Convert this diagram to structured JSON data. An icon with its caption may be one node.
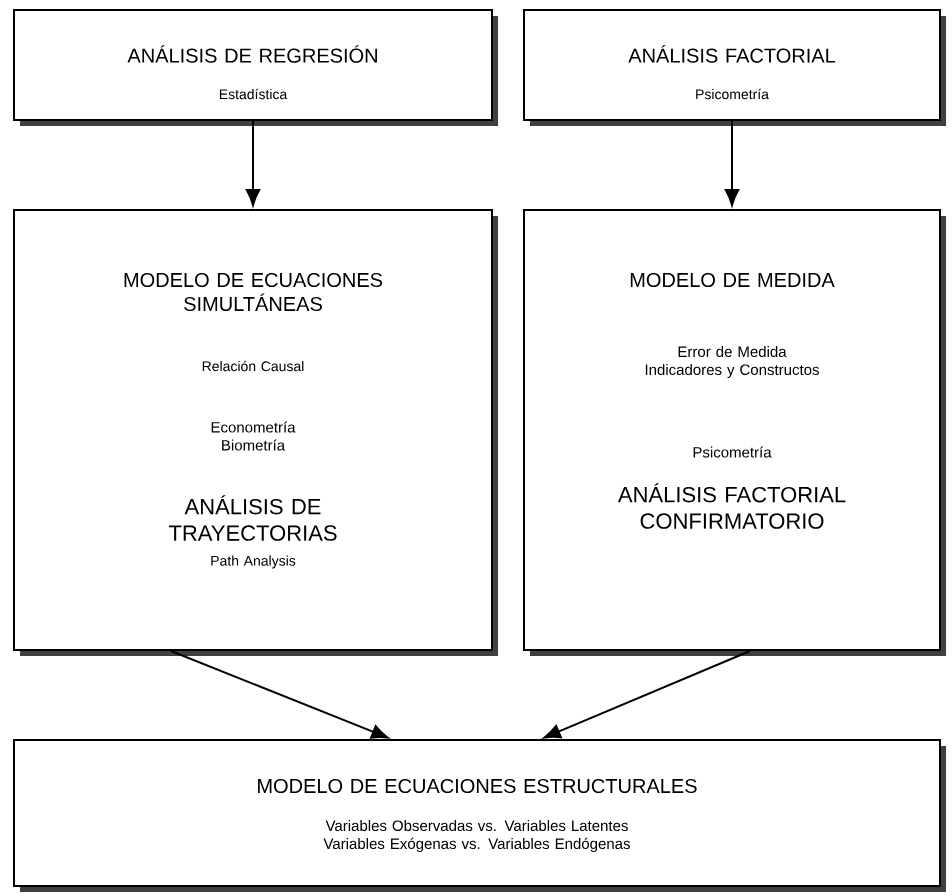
{
  "diagram": {
    "nodes": [
      {
        "text": [
          "ANÁLISIS DE REGRESIÓN",
          "Estadística"
        ]
      },
      {
        "text": [
          "ANÁLISIS FACTORIAL",
          "Psicometría"
        ]
      },
      {
        "text": [
          "MODELO DE ECUACIONES SIMULTÁNEAS",
          "Relación Causal",
          "Econometría Biometría",
          "ANÁLISIS DE TRAYECTORIAS",
          "Path Analysis"
        ]
      },
      {
        "text": [
          "MODELO DE MEDIDA",
          "Error de Medida Indicadores y Constructos",
          "Psicometría",
          "ANÁLISIS FACTORIAL CONFIRMATORIO"
        ]
      },
      {
        "text": [
          "MODELO DE ECUACIONES ESTRUCTURALES",
          "Variables Observadas vs. Variables Latentes Variables Exógenas vs. Variables Endógenas"
        ]
      }
    ],
    "edges": [
      {
        "from": 0,
        "to": 2,
        "arrow": "to"
      },
      {
        "from": 1,
        "to": 3,
        "arrow": "to"
      },
      {
        "from": 2,
        "to": 4,
        "arrow": "to"
      },
      {
        "from": 3,
        "to": 4,
        "arrow": "to"
      }
    ]
  }
}
